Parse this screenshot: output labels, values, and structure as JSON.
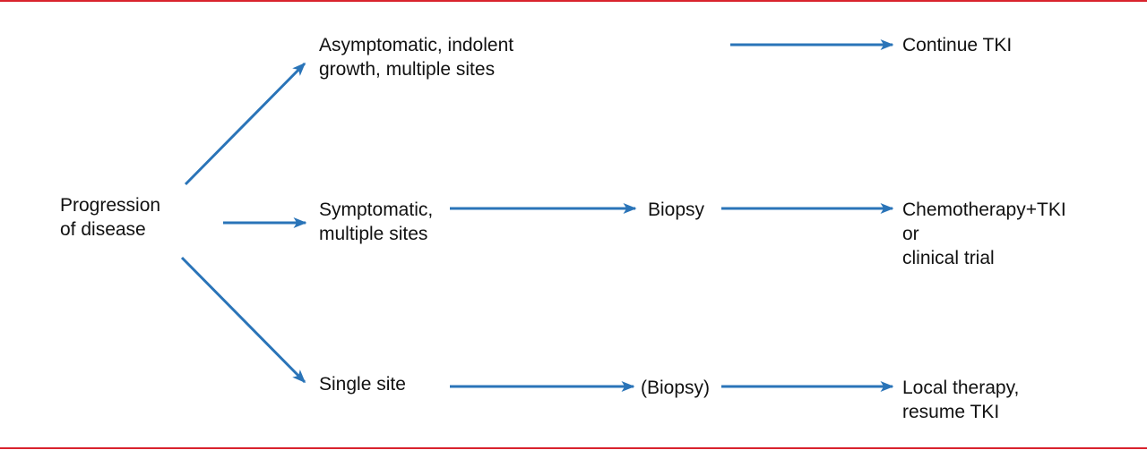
{
  "colors": {
    "rule": "#d9232d",
    "arrow": "#2a74b8",
    "text": "#111111"
  },
  "nodes": {
    "start": {
      "lines": [
        "Progression",
        "of disease"
      ]
    },
    "asymptomatic": {
      "lines": [
        "Asymptomatic, indolent",
        "growth, multiple sites"
      ]
    },
    "continue_tki": {
      "lines": [
        "Continue TKI"
      ]
    },
    "symptomatic": {
      "lines": [
        "Symptomatic,",
        "multiple sites"
      ]
    },
    "biopsy": {
      "lines": [
        "Biopsy"
      ]
    },
    "chemo": {
      "lines": [
        "Chemotherapy+TKI",
        "or",
        "clinical trial"
      ]
    },
    "single_site": {
      "lines": [
        "Single site"
      ]
    },
    "biopsy_optional": {
      "lines": [
        "(Biopsy)"
      ]
    },
    "local_therapy": {
      "lines": [
        "Local therapy,",
        "resume TKI"
      ]
    }
  },
  "edges": [
    {
      "from": "start",
      "to": "asymptomatic"
    },
    {
      "from": "start",
      "to": "symptomatic"
    },
    {
      "from": "start",
      "to": "single_site"
    },
    {
      "from": "asymptomatic",
      "to": "continue_tki"
    },
    {
      "from": "symptomatic",
      "to": "biopsy"
    },
    {
      "from": "biopsy",
      "to": "chemo"
    },
    {
      "from": "single_site",
      "to": "biopsy_optional"
    },
    {
      "from": "biopsy_optional",
      "to": "local_therapy"
    }
  ]
}
